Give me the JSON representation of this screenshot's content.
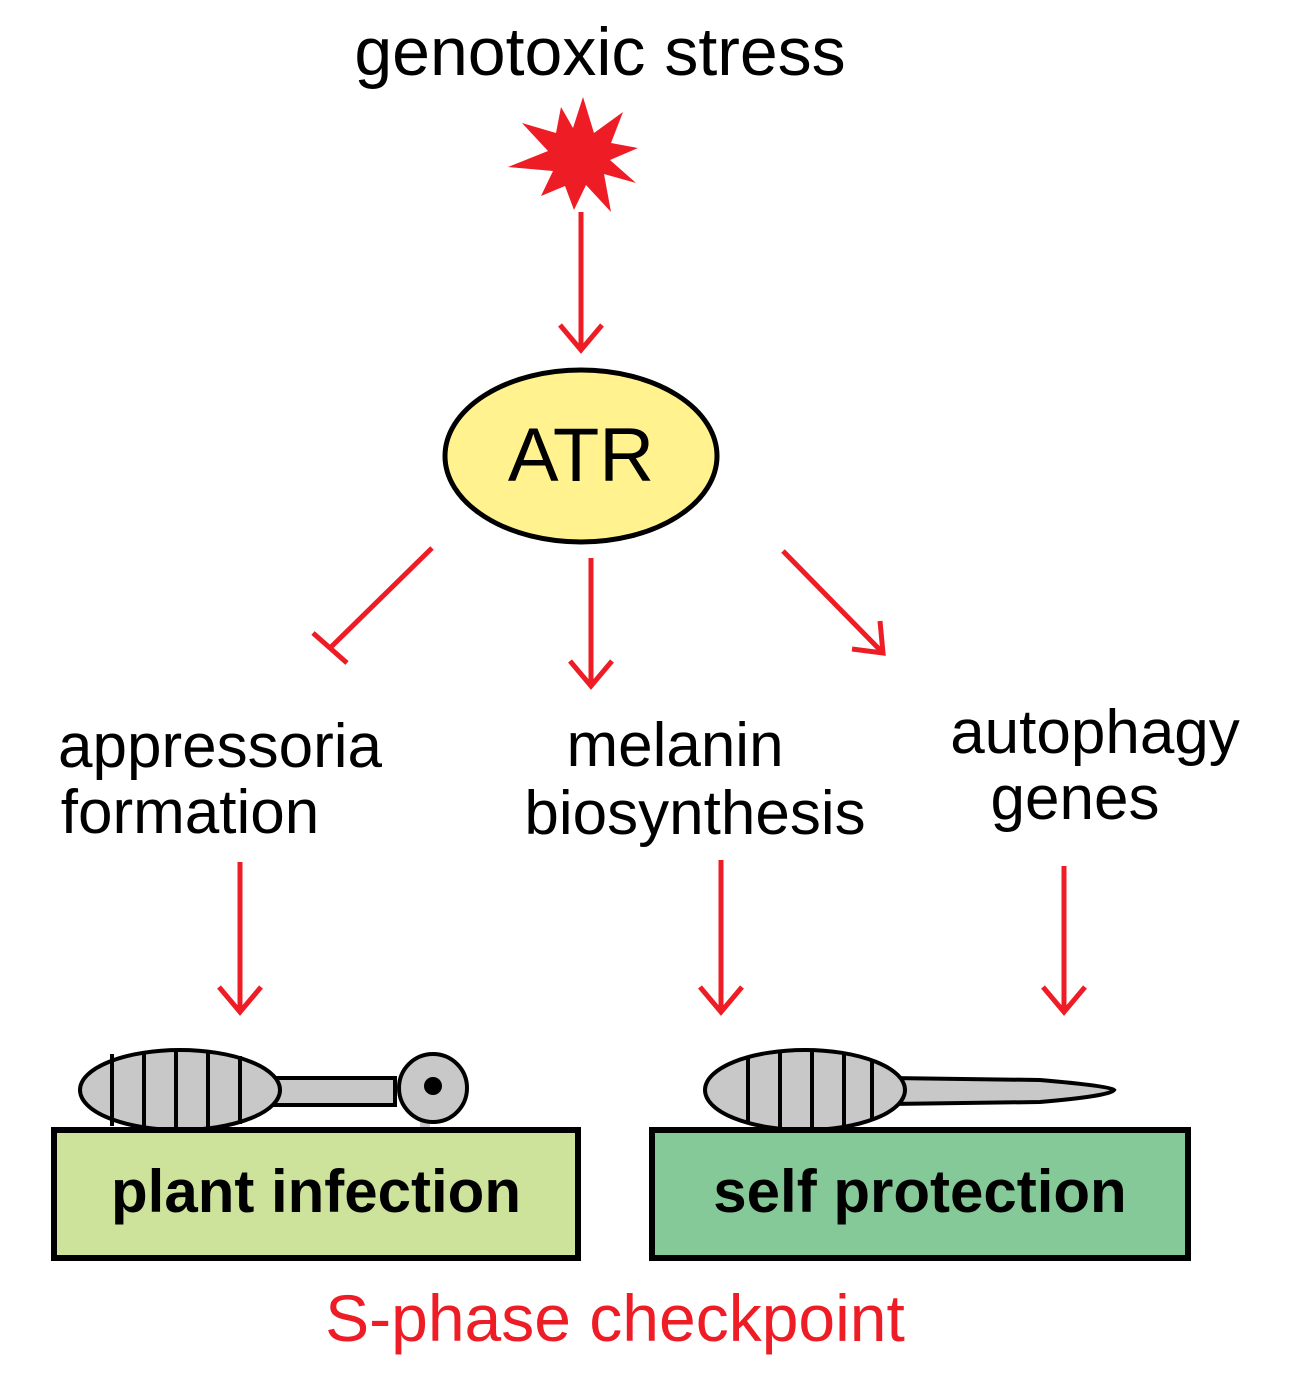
{
  "title": "genotoxic stress",
  "center_node": "ATR",
  "processes": {
    "left": [
      "appressoria",
      "formation"
    ],
    "middle": [
      "melanin",
      "biosynthesis"
    ],
    "right": [
      "autophagy",
      "genes"
    ]
  },
  "outcomes": {
    "left": "plant infection",
    "right": "self protection"
  },
  "footer": "S-phase checkpoint",
  "colors": {
    "arrow": "#ee1c25",
    "star": "#ee1c25",
    "atr_fill": "#fff28f",
    "box_left": "#cde39c",
    "box_right": "#86c999",
    "cell_fill": "#c8c8c8"
  },
  "edges": [
    {
      "from": "genotoxic stress",
      "to": "ATR",
      "type": "activation"
    },
    {
      "from": "ATR",
      "to": "appressoria formation",
      "type": "inhibition"
    },
    {
      "from": "ATR",
      "to": "melanin biosynthesis",
      "type": "activation"
    },
    {
      "from": "ATR",
      "to": "autophagy genes",
      "type": "activation"
    },
    {
      "from": "appressoria formation",
      "to": "plant infection",
      "type": "activation"
    },
    {
      "from": "melanin biosynthesis",
      "to": "self protection",
      "type": "activation"
    },
    {
      "from": "autophagy genes",
      "to": "self protection",
      "type": "activation"
    }
  ]
}
